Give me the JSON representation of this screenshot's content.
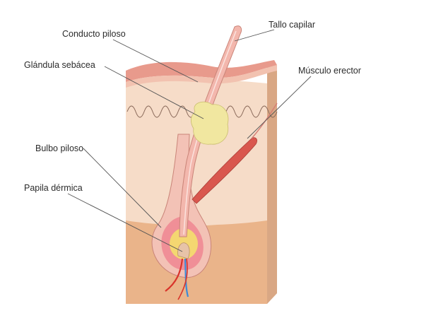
{
  "labels": {
    "conducto_piloso": "Conducto piloso",
    "tallo_capilar": "Tallo capilar",
    "glandula_sebacea": "Glándula sebácea",
    "musculo_erector": "Músculo erector",
    "bulbo_piloso": "Bulbo piloso",
    "papila_dermica": "Papila dérmica"
  },
  "colors": {
    "epidermis_top": "#e89a8c",
    "dermis": "#f6dcc8",
    "hypodermis": "#eab48a",
    "hair_shaft": "#f3b7ad",
    "gland": "#f1e7a0",
    "muscle": "#d9574e",
    "bulb": "#f08f97",
    "papilla_yellow": "#f5e46a",
    "artery": "#d9342b",
    "vein": "#3b8ad9"
  }
}
